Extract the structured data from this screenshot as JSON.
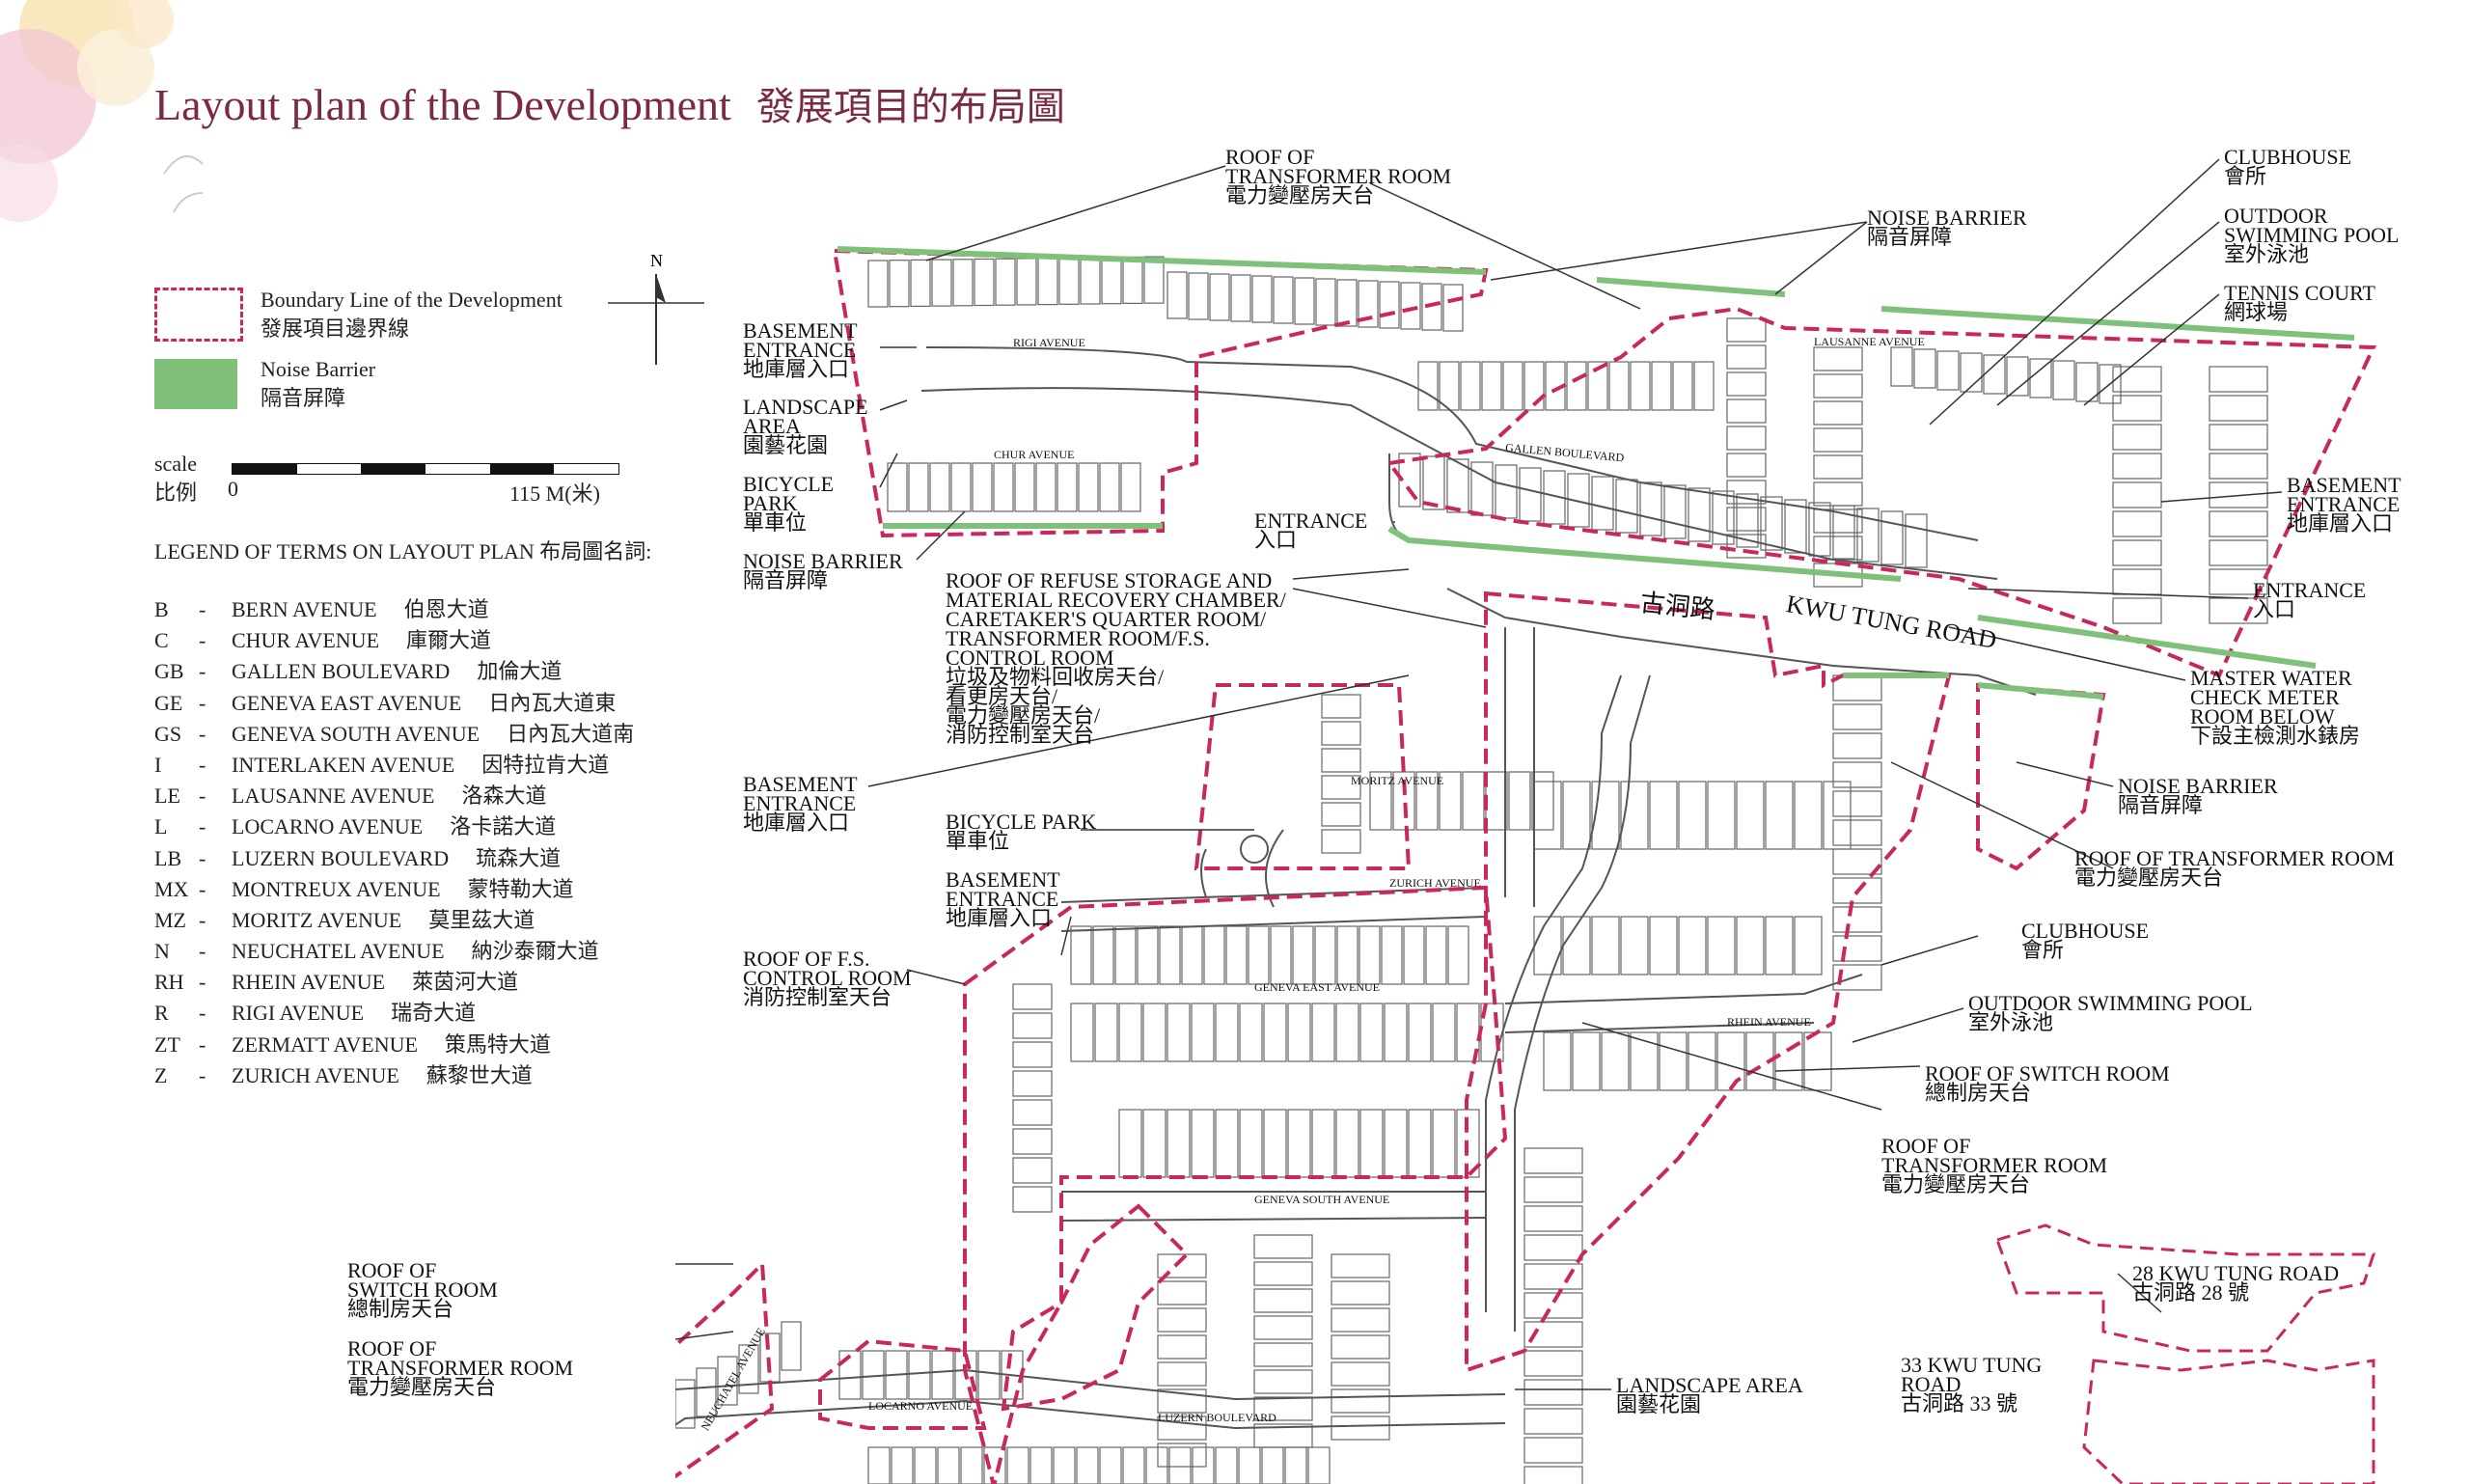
{
  "title": {
    "en": "Layout plan of the Development",
    "zh": "發展項目的布局圖"
  },
  "legend": {
    "boundary": {
      "en": "Boundary Line of the Development",
      "zh": "發展項目邊界線"
    },
    "noise": {
      "en": "Noise Barrier",
      "zh": "隔音屏障"
    },
    "scale_en": "scale",
    "scale_zh": "比例",
    "scale_zero": "0",
    "scale_max": "115 M(米)",
    "terms_header": "LEGEND OF TERMS ON LAYOUT PLAN  布局圖名詞:",
    "terms": [
      {
        "code": "B",
        "dash": "-",
        "name": "BERN AVENUE",
        "zh": "伯恩大道"
      },
      {
        "code": "C",
        "dash": "-",
        "name": "CHUR AVENUE",
        "zh": "庫爾大道"
      },
      {
        "code": "GB",
        "dash": "-",
        "name": "GALLEN BOULEVARD",
        "zh": "加倫大道"
      },
      {
        "code": "GE",
        "dash": "-",
        "name": "GENEVA EAST AVENUE",
        "zh": "日內瓦大道東"
      },
      {
        "code": "GS",
        "dash": "-",
        "name": "GENEVA SOUTH AVENUE",
        "zh": "日內瓦大道南"
      },
      {
        "code": "I",
        "dash": "-",
        "name": "INTERLAKEN AVENUE",
        "zh": "因特拉肯大道"
      },
      {
        "code": "LE",
        "dash": "-",
        "name": "LAUSANNE AVENUE",
        "zh": "洛森大道"
      },
      {
        "code": "L",
        "dash": "-",
        "name": "LOCARNO AVENUE",
        "zh": "洛卡諾大道"
      },
      {
        "code": "LB",
        "dash": "-",
        "name": "LUZERN BOULEVARD",
        "zh": "琉森大道"
      },
      {
        "code": "MX",
        "dash": "-",
        "name": "MONTREUX AVENUE",
        "zh": "蒙特勒大道"
      },
      {
        "code": "MZ",
        "dash": "-",
        "name": "MORITZ AVENUE",
        "zh": "莫里茲大道"
      },
      {
        "code": "N",
        "dash": "-",
        "name": "NEUCHATEL AVENUE",
        "zh": "納沙泰爾大道"
      },
      {
        "code": "RH",
        "dash": "-",
        "name": "RHEIN AVENUE",
        "zh": "萊茵河大道"
      },
      {
        "code": "R",
        "dash": "-",
        "name": "RIGI AVENUE",
        "zh": "瑞奇大道"
      },
      {
        "code": "ZT",
        "dash": "-",
        "name": "ZERMATT AVENUE",
        "zh": "策馬特大道"
      },
      {
        "code": "Z",
        "dash": "-",
        "name": "ZURICH AVENUE",
        "zh": "蘇黎世大道"
      }
    ]
  },
  "north_label": "N",
  "callouts": {
    "roof_transformer_top": "ROOF OF\nTRANSFORMER ROOM\n電力變壓房天台",
    "noise_top": "NOISE BARRIER\n隔音屏障",
    "clubhouse_top": "CLUBHOUSE\n會所",
    "pool_top": "OUTDOOR\nSWIMMING POOL\n室外泳池",
    "tennis": "TENNIS COURT\n網球場",
    "basement_nw": "BASEMENT\nENTRANCE\n地庫層入口",
    "landscape_nw": "LANDSCAPE\nAREA\n園藝花園",
    "bicycle_nw": "BICYCLE\nPARK\n單車位",
    "noise_nw": "NOISE BARRIER\n隔音屏障",
    "entrance_mid": "ENTRANCE\n入口",
    "refuse": "ROOF OF REFUSE STORAGE AND\nMATERIAL RECOVERY CHAMBER/\nCARETAKER'S QUARTER ROOM/\nTRANSFORMER ROOM/F.S.\nCONTROL ROOM\n垃圾及物料回收房天台/\n看更房天台/\n電力變壓房天台/\n消防控制室天台",
    "basement_e": "BASEMENT\nENTRANCE\n地庫層入口",
    "entrance_e": "ENTRANCE\n入口",
    "master_water": "MASTER WATER\nCHECK METER\nROOM BELOW\n下設主檢測水錶房",
    "basement_w": "BASEMENT\nENTRANCE\n地庫層入口",
    "bicycle_mid": "BICYCLE PARK\n單車位",
    "basement_mid": "BASEMENT\nENTRANCE\n地庫層入口",
    "noise_e": "NOISE BARRIER\n隔音屏障",
    "roof_transformer_e": "ROOF OF TRANSFORMER ROOM\n電力變壓房天台",
    "fs_control": "ROOF OF F.S.\nCONTROL ROOM\n消防控制室天台",
    "clubhouse_e": "CLUBHOUSE\n會所",
    "pool_e": "OUTDOOR SWIMMING POOL\n室外泳池",
    "switch_e": "ROOF OF SWITCH ROOM\n總制房天台",
    "transformer_se": "ROOF OF\nTRANSFORMER ROOM\n電力變壓房天台",
    "switch_sw": "ROOF OF\nSWITCH ROOM\n總制房天台",
    "transformer_sw": "ROOF OF\nTRANSFORMER ROOM\n電力變壓房天台",
    "landscape_s": "LANDSCAPE AREA\n園藝花園",
    "kwu_28": "28 KWU TUNG ROAD\n古洞路 28 號",
    "kwu_33": "33 KWU TUNG\nROAD\n古洞路 33 號"
  },
  "roads": {
    "kwu_tung_en": "KWU TUNG ROAD",
    "kwu_tung_zh": "古洞路",
    "rigi": "RIGI AVENUE",
    "chur": "CHUR AVENUE",
    "gallen": "GALLEN BOULEVARD",
    "lausanne": "LAUSANNE AVENUE",
    "moritz": "MORITZ AVENUE",
    "zurich": "ZURICH AVENUE",
    "geneva_east": "GENEVA EAST AVENUE",
    "geneva_south": "GENEVA SOUTH AVENUE",
    "rhein": "RHEIN AVENUE",
    "luzern": "LUZERN BOULEVARD",
    "locarno": "LOCARNO AVENUE",
    "neuchatel": "NEUCHATEL AVENUE"
  },
  "colors": {
    "title": "#7b2a45",
    "boundary": "#c8285a",
    "noise_barrier": "#7fc07a",
    "lines": "#333333"
  }
}
